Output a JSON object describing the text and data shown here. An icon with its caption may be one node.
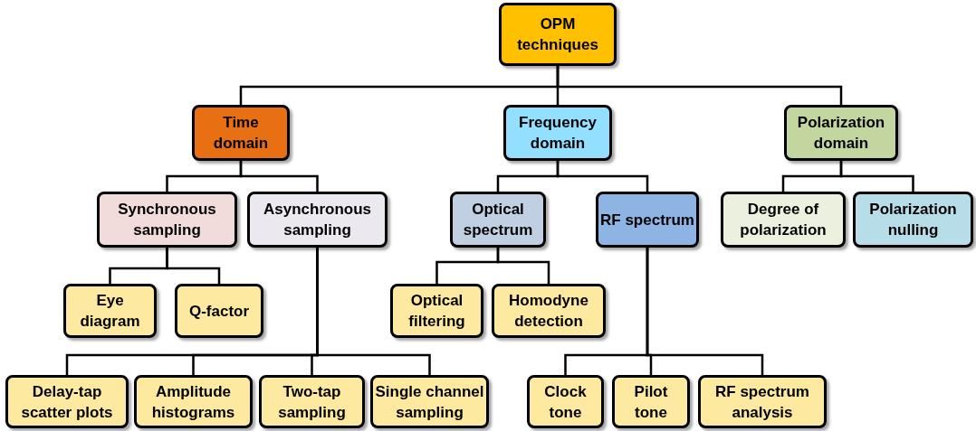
{
  "diagram": {
    "nodes": [
      {
        "text": [
          "OPM techniques"
        ]
      },
      {
        "text": [
          "Time domain"
        ]
      },
      {
        "text": [
          "Frequency domain"
        ]
      },
      {
        "text": [
          "Polarization domain"
        ]
      },
      {
        "text": [
          "Synchronous sampling"
        ]
      },
      {
        "text": [
          "Asynchronous sampling"
        ]
      },
      {
        "text": [
          "Optical spectrum"
        ]
      },
      {
        "text": [
          "RF spectrum"
        ]
      },
      {
        "text": [
          "Degree of polarization"
        ]
      },
      {
        "text": [
          "Polarization nulling"
        ]
      },
      {
        "text": [
          "Eye diagram"
        ]
      },
      {
        "text": [
          "Q-factor"
        ]
      },
      {
        "text": [
          "Optical filtering"
        ]
      },
      {
        "text": [
          "Homodyne detection"
        ]
      },
      {
        "text": [
          "Delay-tap scatter plots"
        ]
      },
      {
        "text": [
          "Amplitude histograms"
        ]
      },
      {
        "text": [
          "Two-tap sampling"
        ]
      },
      {
        "text": [
          "Single channel sampling"
        ]
      },
      {
        "text": [
          "Clock tone"
        ]
      },
      {
        "text": [
          "Pilot tone"
        ]
      },
      {
        "text": [
          "RF spectrum analysis"
        ]
      }
    ],
    "edges": [
      {
        "from": 0,
        "to": 1,
        "arrow": "none"
      },
      {
        "from": 0,
        "to": 2,
        "arrow": "none"
      },
      {
        "from": 0,
        "to": 3,
        "arrow": "none"
      },
      {
        "from": 1,
        "to": 4,
        "arrow": "none"
      },
      {
        "from": 1,
        "to": 5,
        "arrow": "none"
      },
      {
        "from": 2,
        "to": 6,
        "arrow": "none"
      },
      {
        "from": 2,
        "to": 7,
        "arrow": "none"
      },
      {
        "from": 3,
        "to": 8,
        "arrow": "none"
      },
      {
        "from": 3,
        "to": 9,
        "arrow": "none"
      },
      {
        "from": 4,
        "to": 10,
        "arrow": "none"
      },
      {
        "from": 4,
        "to": 11,
        "arrow": "none"
      },
      {
        "from": 6,
        "to": 12,
        "arrow": "none"
      },
      {
        "from": 6,
        "to": 13,
        "arrow": "none"
      },
      {
        "from": 5,
        "to": 14,
        "arrow": "none"
      },
      {
        "from": 5,
        "to": 15,
        "arrow": "none"
      },
      {
        "from": 5,
        "to": 16,
        "arrow": "none"
      },
      {
        "from": 5,
        "to": 17,
        "arrow": "none"
      },
      {
        "from": 7,
        "to": 18,
        "arrow": "none"
      },
      {
        "from": 7,
        "to": 19,
        "arrow": "none"
      },
      {
        "from": 7,
        "to": 20,
        "arrow": "none"
      }
    ]
  }
}
